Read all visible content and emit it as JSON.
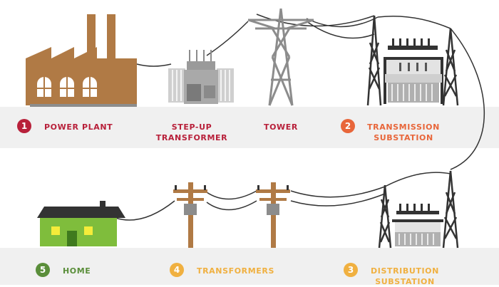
{
  "colors": {
    "red": "#b8203a",
    "orange": "#e8663a",
    "amber": "#f0b040",
    "green": "#5a8e3a",
    "brown": "#b07a45",
    "gray": "#8c8c8c",
    "dark": "#333333",
    "home_green": "#7fbd3c",
    "window_yellow": "#f5ec3a"
  },
  "icons": [
    "power-plant-icon",
    "step-up-transformer-icon",
    "transmission-tower-icon",
    "substation-icon",
    "utility-pole-icon",
    "home-icon"
  ],
  "stages": {
    "power_plant": {
      "number": "1",
      "label": "POWER PLANT"
    },
    "step_up": {
      "line1": "STEP-UP",
      "line2": "TRANSFORMER"
    },
    "tower": {
      "label": "TOWER"
    },
    "transmission": {
      "number": "2",
      "line1": "TRANSMISSION",
      "line2": "SUBSTATION"
    },
    "distribution": {
      "number": "3",
      "line1": "DISTRIBUTION",
      "line2": "SUBSTATION"
    },
    "transformers": {
      "number": "4",
      "label": "TRANSFORMERS"
    },
    "home": {
      "number": "5",
      "label": "HOME"
    }
  }
}
